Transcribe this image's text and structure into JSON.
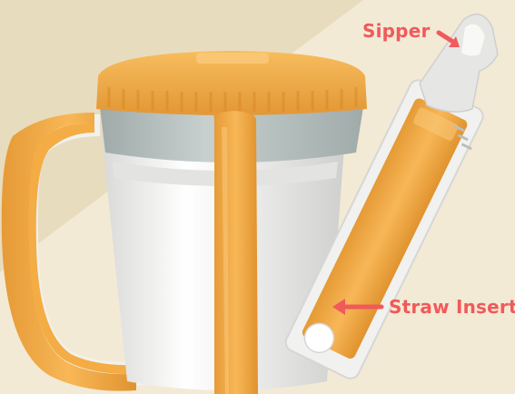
{
  "labels": {
    "sipper": "Sipper",
    "straw_insert": "Straw Insert"
  },
  "colors": {
    "background_light": "#f3ead6",
    "background_dark": "#e8dcbf",
    "accent_orange": "#f4ac45",
    "orange_shadow": "#d98a25",
    "cup_white": "#f1f1ef",
    "collar_gray": "#b9c3c2",
    "label_red": "#f05a5a"
  },
  "icons": {
    "sipper_arrow": "arrow-pointing-to-sipper",
    "straw_arrow": "arrow-pointing-to-straw"
  }
}
